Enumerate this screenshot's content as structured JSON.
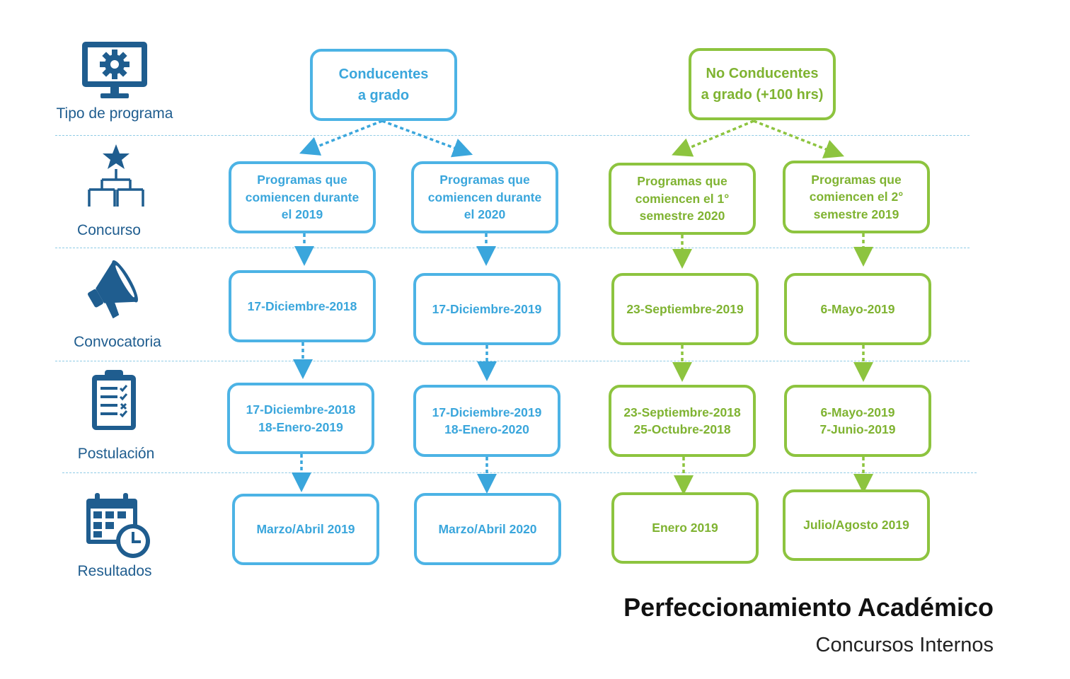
{
  "rows": {
    "tipo": "Tipo de programa",
    "concurso": "Concurso",
    "convocatoria": "Convocatoria",
    "postulacion": "Postulación",
    "resultados": "Resultados"
  },
  "groups": {
    "conducentes": "Conducentes\na grado",
    "no_conducentes": "No Conducentes\na grado (+100 hrs)"
  },
  "columns": [
    {
      "concurso": "Programas que\ncomiencen durante\nel 2019",
      "convocatoria": "17-Diciembre-2018",
      "postulacion": "17-Diciembre-2018\n18-Enero-2019",
      "resultados": "Marzo/Abril 2019"
    },
    {
      "concurso": "Programas que\ncomiencen durante\nel 2020",
      "convocatoria": "17-Diciembre-2019",
      "postulacion": "17-Diciembre-2019\n18-Enero-2020",
      "resultados": "Marzo/Abril 2020"
    },
    {
      "concurso": "Programas que\ncomiencen  el 1°\nsemestre 2020",
      "convocatoria": "23-Septiembre-2019",
      "postulacion": "23-Septiembre-2018\n25-Octubre-2018",
      "resultados": "Enero 2019"
    },
    {
      "concurso": "Programas que\ncomiencen el 2°\nsemestre 2019",
      "convocatoria": "6-Mayo-2019",
      "postulacion": "6-Mayo-2019\n7-Junio-2019",
      "resultados": "Julio/Agosto 2019"
    }
  ],
  "title": "Perfeccionamiento Académico",
  "subtitle": "Concursos Internos",
  "colors": {
    "blue": "#4cb3e5",
    "green": "#8dc43f",
    "icon_navy": "#1f5d8f",
    "separator": "#8fcbe6"
  },
  "icons": [
    "monitor-gear-icon",
    "star-org-chart-icon",
    "megaphone-icon",
    "clipboard-checklist-icon",
    "calendar-clock-icon"
  ]
}
